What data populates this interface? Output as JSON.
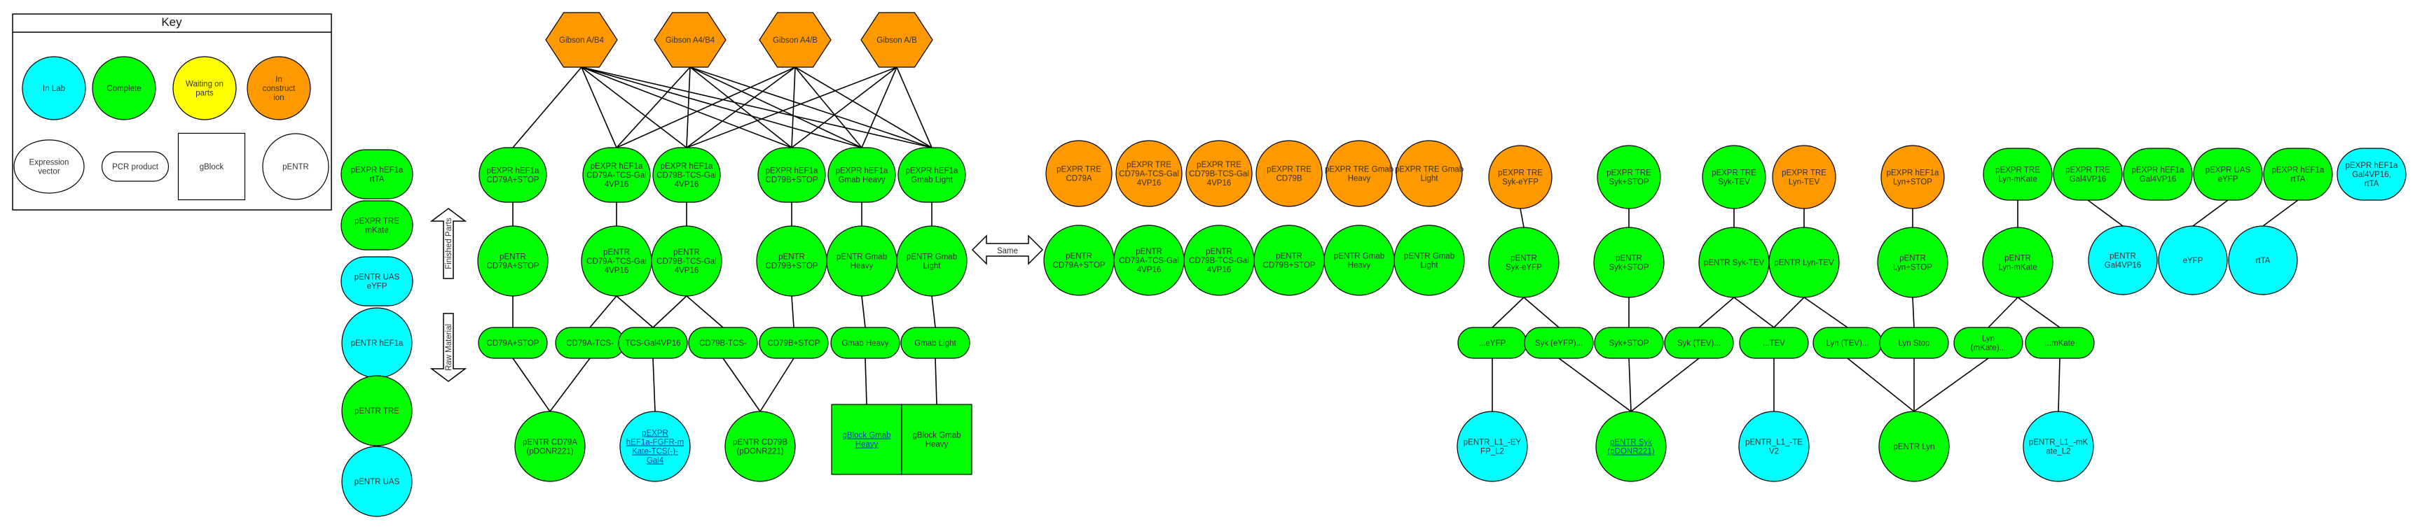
{
  "colors": {
    "in_lab": "#00FFFF",
    "complete": "#00FF00",
    "waiting": "#FFFF00",
    "construction": "#FF9900",
    "stroke": "#000000",
    "link": "#0645ad"
  },
  "key": {
    "title": "Key",
    "status": [
      {
        "label": "In Lab",
        "color": "in_lab"
      },
      {
        "label": "Complete",
        "color": "complete"
      },
      {
        "label": "Waiting on parts",
        "color": "waiting"
      },
      {
        "label": "In construction",
        "color": "construction"
      }
    ],
    "shapes": [
      {
        "label": "Expression vector"
      },
      {
        "label": "PCR product"
      },
      {
        "label": "gBlock"
      },
      {
        "label": "pENTR"
      }
    ]
  },
  "arrows": {
    "up": "Finished Parts",
    "down": "Raw Material",
    "same": "Same"
  },
  "legend_column": [
    {
      "label": "pEXPR hEF1a rtTA",
      "color": "complete"
    },
    {
      "label": "pEXPR TRE mKate",
      "color": "complete"
    },
    {
      "label": "pENTR UAS eYFP",
      "color": "in_lab"
    },
    {
      "label": "pENTR hEF1a",
      "color": "in_lab"
    },
    {
      "label": "pENTR TRE",
      "color": "complete"
    },
    {
      "label": "pENTR UAS",
      "color": "in_lab"
    }
  ],
  "gibson": [
    {
      "label": "Gibson A/B4"
    },
    {
      "label": "Gibson A4/B4"
    },
    {
      "label": "Gibson A4/B"
    },
    {
      "label": "Gibson A/B"
    }
  ],
  "group1": {
    "expr": [
      {
        "label": "pEXPR hEF1a CD79A+STOP",
        "color": "complete"
      },
      {
        "label": "pEXPR hEF1a CD79A-TCS-Gal4VP16",
        "color": "complete"
      },
      {
        "label": "pEXPR hEF1a CD79B-TCS-Gal4VP16",
        "color": "complete"
      },
      {
        "label": "pEXPR hEF1a CD79B+STOP",
        "color": "complete"
      },
      {
        "label": "pEXPR hEF1a Gmab Heavy",
        "color": "complete"
      },
      {
        "label": "pEXPR hEF1a Gmab Light",
        "color": "complete"
      }
    ],
    "entr": [
      {
        "label": "pENTR CD79A+STOP",
        "color": "complete"
      },
      {
        "label": "pENTR CD79A-TCS-Gal4VP16",
        "color": "complete"
      },
      {
        "label": "pENTR CD79B-TCS-Gal4VP16",
        "color": "complete"
      },
      {
        "label": "pENTR CD79B+STOP",
        "color": "complete"
      },
      {
        "label": "pENTR Gmab Heavy",
        "color": "complete"
      },
      {
        "label": "pENTR Gmab Light",
        "color": "complete"
      }
    ],
    "pcr": [
      {
        "label": "CD79A+STOP",
        "color": "complete"
      },
      {
        "label": "CD79A-TCS-",
        "color": "complete"
      },
      {
        "label": "TCS-Gal4VP16",
        "color": "complete"
      },
      {
        "label": "CD79B-TCS-",
        "color": "complete"
      },
      {
        "label": "CD79B+STOP",
        "color": "complete"
      },
      {
        "label": "Gmab Heavy",
        "color": "complete"
      },
      {
        "label": "Gmab Light",
        "color": "complete"
      }
    ],
    "sources": [
      {
        "label": "pENTR CD79A (pDONR221)",
        "color": "complete"
      },
      {
        "label": "pEXPR hEF1a-FGFR-mKate-TCS(-)-Gal4",
        "color": "in_lab"
      },
      {
        "label": "pENTR CD79B (pDONR221)",
        "color": "complete"
      }
    ],
    "gblocks": [
      {
        "label": "gBlock Gmab Heavy",
        "color": "complete"
      },
      {
        "label": "gBlock Gmab Heavy",
        "color": "complete"
      }
    ]
  },
  "group2": {
    "expr": [
      {
        "label": "pEXPR TRE CD79A",
        "color": "construction"
      },
      {
        "label": "pEXPR TRE CD79A-TCS-Gal4VP16",
        "color": "construction"
      },
      {
        "label": "pEXPR TRE CD79B-TCS-Gal4VP16",
        "color": "construction"
      },
      {
        "label": "pEXPR TRE CD79B",
        "color": "construction"
      },
      {
        "label": "pEXPR TRE Gmab Heavy",
        "color": "construction"
      },
      {
        "label": "pEXPR TRE Gmab Light",
        "color": "construction"
      }
    ],
    "entr": [
      {
        "label": "pENTR CD79A+STOP",
        "color": "complete"
      },
      {
        "label": "pENTR CD79A-TCS-Gal4VP16",
        "color": "complete"
      },
      {
        "label": "pENTR CD79B-TCS-Gal4VP16",
        "color": "complete"
      },
      {
        "label": "pENTR CD79B+STOP",
        "color": "complete"
      },
      {
        "label": "pENTR Gmab Heavy",
        "color": "complete"
      },
      {
        "label": "pENTR Gmab Light",
        "color": "complete"
      }
    ]
  },
  "group3": {
    "expr": [
      {
        "label": "pEXPR TRE Syk-eYFP",
        "color": "construction"
      },
      {
        "label": "pEXPR TRE Syk+STOP",
        "color": "complete"
      },
      {
        "label": "pEXPR TRE Syk-TEV",
        "color": "complete"
      },
      {
        "label": "pEXPR TRE Lyn-TEV",
        "color": "construction"
      },
      {
        "label": "pEXPR hEF1a Lyn+STOP",
        "color": "construction"
      },
      {
        "label": "pEXPR TRE Lyn-mKate",
        "color": "complete"
      },
      {
        "label": "pEXPR TRE Gal4VP16",
        "color": "complete"
      },
      {
        "label": "pEXPR hEF1a Gal4VP16",
        "color": "complete"
      },
      {
        "label": "pEXPR UAS eYFP",
        "color": "complete"
      },
      {
        "label": "pEXPR hEF1a rtTA",
        "color": "complete"
      },
      {
        "label": "pEXPR hEF1a Gal4VP16, rtTA",
        "color": "in_lab"
      }
    ],
    "entr": [
      {
        "label": "pENTR Syk-eYFP",
        "color": "complete"
      },
      {
        "label": "pENTR Syk+STOP",
        "color": "complete"
      },
      {
        "label": "pENTR Syk-TEV",
        "color": "complete"
      },
      {
        "label": "pENTR Lyn-TEV",
        "color": "complete"
      },
      {
        "label": "pENTR Lyn+STOP",
        "color": "complete"
      },
      {
        "label": "pENTR Lyn-mKate",
        "color": "complete"
      },
      {
        "label": "pENTR Gal4VP16",
        "color": "in_lab"
      },
      {
        "label": "eYFP",
        "color": "in_lab"
      },
      {
        "label": "rtTA",
        "color": "in_lab"
      }
    ],
    "pcr": [
      {
        "label": "...eYFP",
        "color": "complete"
      },
      {
        "label": "Syk (eYFP)...",
        "color": "complete"
      },
      {
        "label": "Syk+STOP",
        "color": "complete"
      },
      {
        "label": "Syk (TEV)...",
        "color": "complete"
      },
      {
        "label": "...TEV",
        "color": "complete"
      },
      {
        "label": "Lyn (TEV)...",
        "color": "complete"
      },
      {
        "label": "Lyn Stop",
        "color": "complete"
      },
      {
        "label": "Lyn (mKate)...",
        "color": "complete"
      },
      {
        "label": "...mKate",
        "color": "complete"
      }
    ],
    "sources": [
      {
        "label": "pENTR_L1_-EYFP_L2",
        "color": "in_lab"
      },
      {
        "label": "pENTR Syk (pDONR221)",
        "color": "complete"
      },
      {
        "label": "pENTR_L1_-TEV2",
        "color": "in_lab"
      },
      {
        "label": "pENTR Lyn",
        "color": "complete"
      },
      {
        "label": "pENTR_L1_-mKate_L2",
        "color": "in_lab"
      }
    ]
  }
}
